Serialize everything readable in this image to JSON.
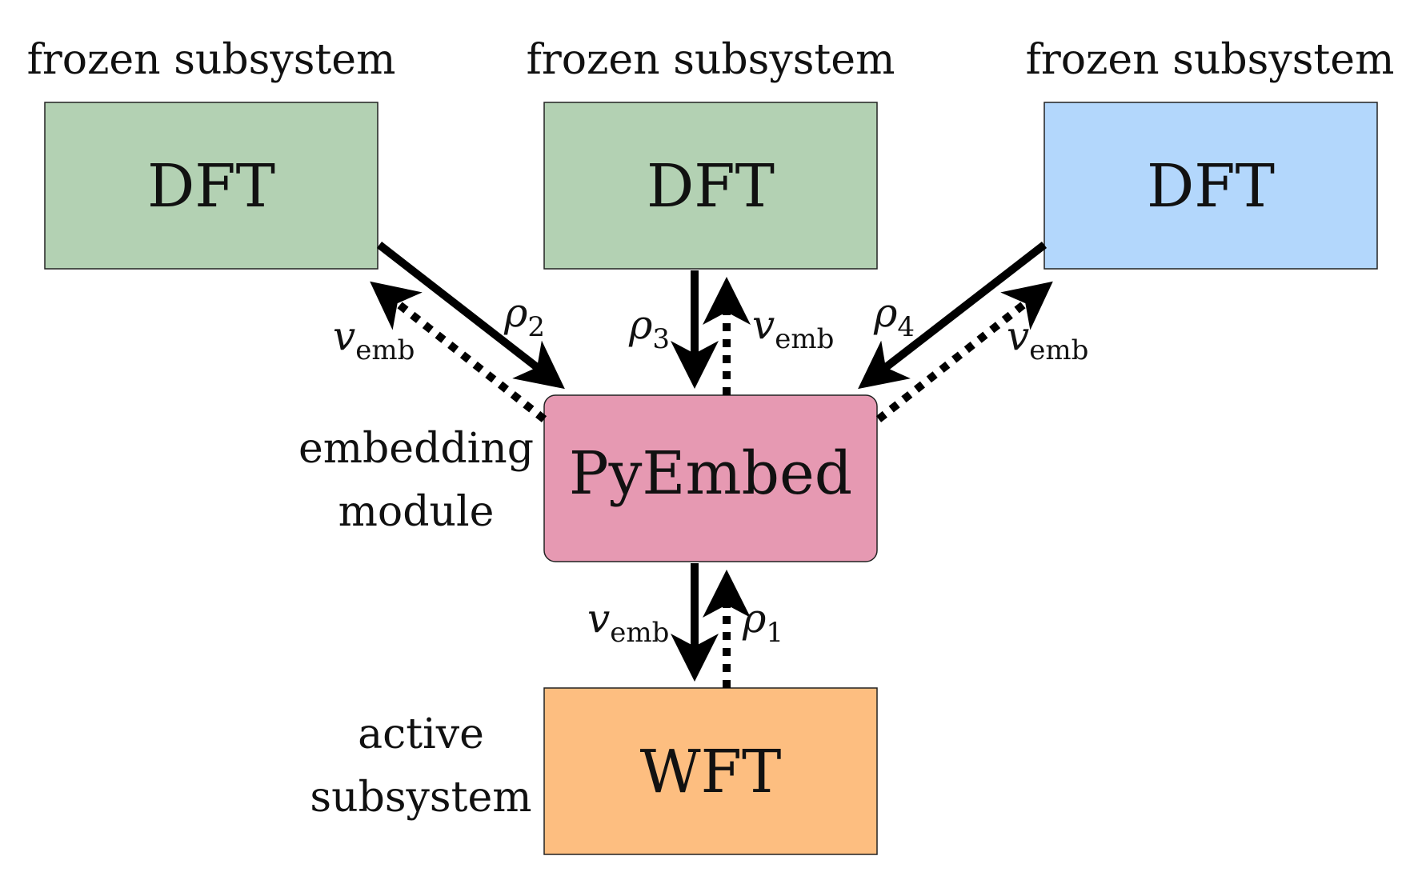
{
  "colors": {
    "frozen_green": "#b3d1b3",
    "frozen_blue": "#b3d7fc",
    "pyembed_pink": "#e699b2",
    "wft_orange": "#fdbe80",
    "arrow": "#000000"
  },
  "frozen_subsystems": [
    {
      "caption": "frozen subsystem",
      "label": "DFT"
    },
    {
      "caption": "frozen subsystem",
      "label": "DFT"
    },
    {
      "caption": "frozen subsystem",
      "label": "DFT"
    }
  ],
  "embedding": {
    "caption_line1": "embedding",
    "caption_line2": "module",
    "label": "PyEmbed"
  },
  "active": {
    "caption_line1": "active",
    "caption_line2": "subsystem",
    "label": "WFT"
  },
  "arrow_labels": {
    "rho1": {
      "symbol": "ρ",
      "sub": "1"
    },
    "rho2": {
      "symbol": "ρ",
      "sub": "2"
    },
    "rho3": {
      "symbol": "ρ",
      "sub": "3"
    },
    "rho4": {
      "symbol": "ρ",
      "sub": "4"
    },
    "v_emb": {
      "symbol": "v",
      "sub": "emb"
    }
  }
}
